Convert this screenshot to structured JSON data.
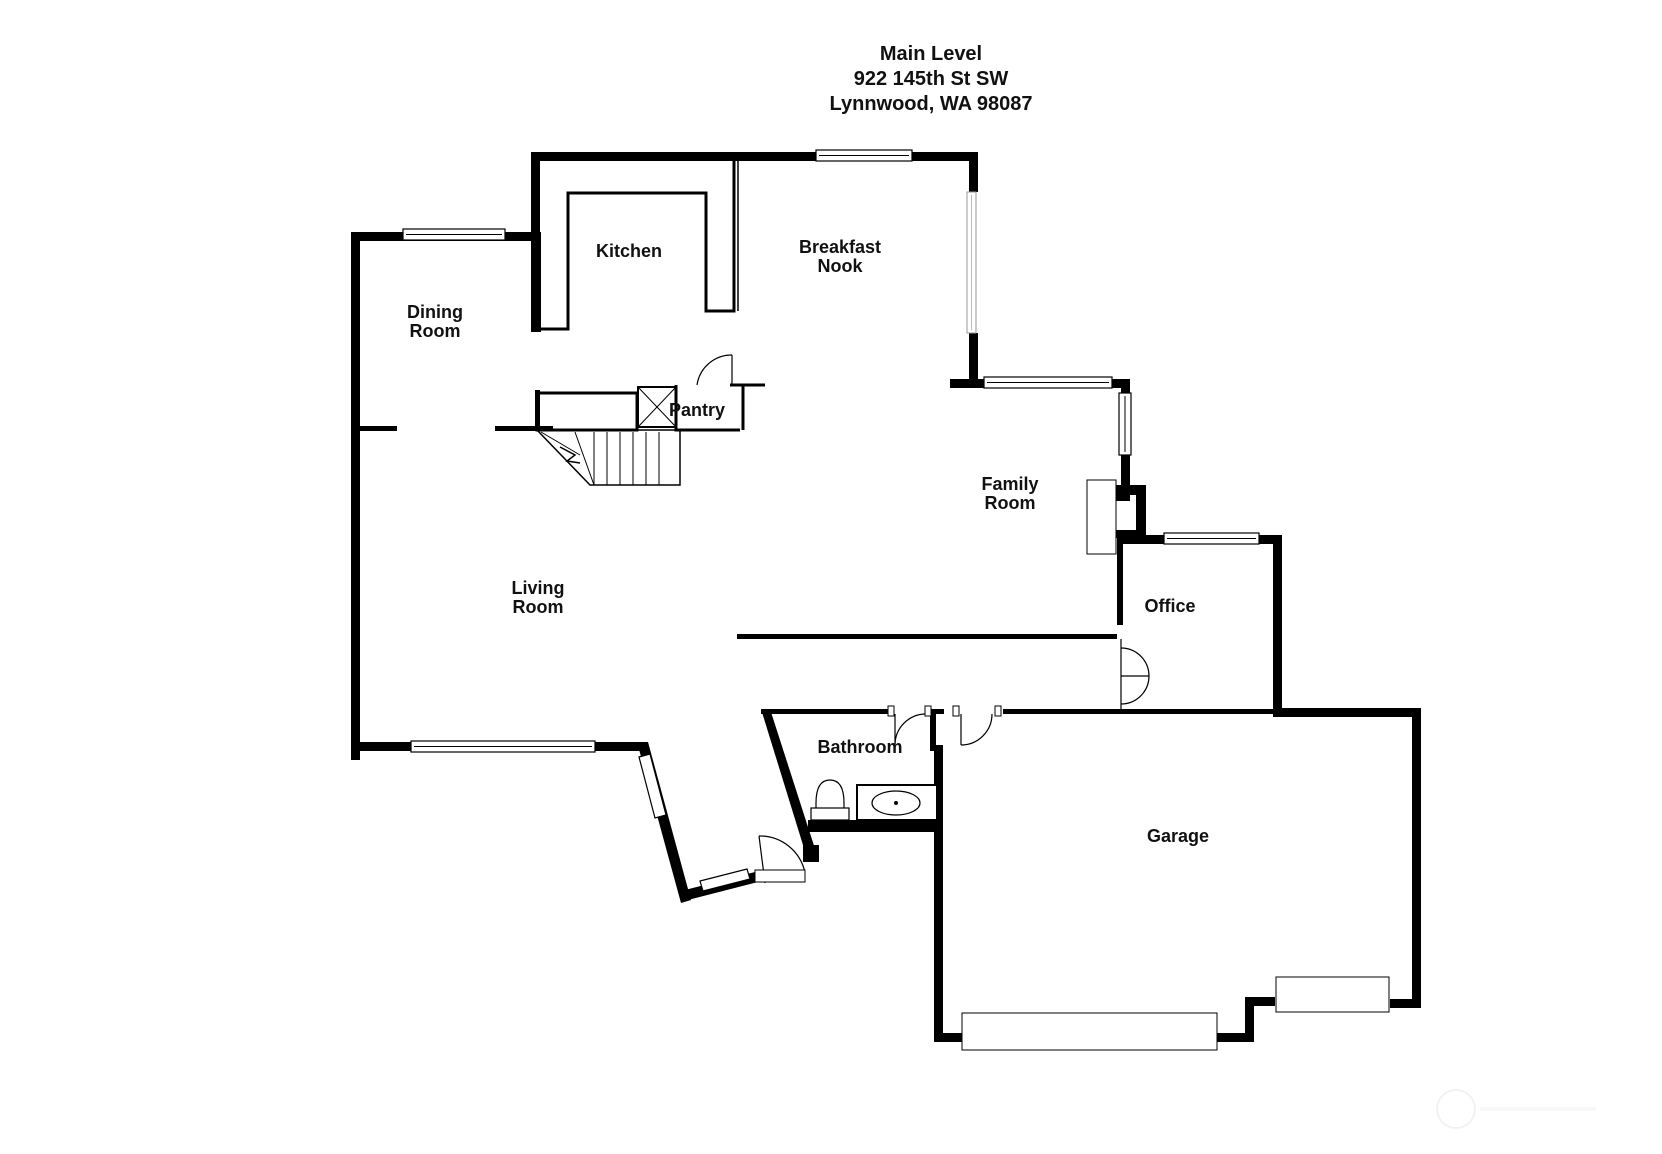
{
  "header": {
    "level": "Main Level",
    "address_line1": "922 145th St SW",
    "address_line2": "Lynnwood, WA 98087"
  },
  "rooms": {
    "kitchen": "Kitchen",
    "breakfast_nook_line1": "Breakfast",
    "breakfast_nook_line2": "Nook",
    "dining_room_line1": "Dining",
    "dining_room_line2": "Room",
    "pantry": "Pantry",
    "family_room_line1": "Family",
    "family_room_line2": "Room",
    "living_room_line1": "Living",
    "living_room_line2": "Room",
    "office": "Office",
    "bathroom": "Bathroom",
    "garage": "Garage"
  },
  "icons": {
    "stair_direction": "stairs-arrow-icon",
    "toilet": "toilet-icon",
    "sink": "sink-icon",
    "watermark": "watermark-icon"
  },
  "colors": {
    "wall": "#000000",
    "background": "#ffffff"
  }
}
